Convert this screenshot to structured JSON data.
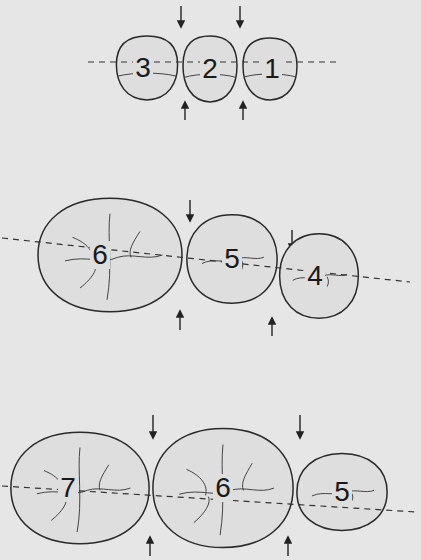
{
  "diagram": {
    "nodes": [
      {
        "text": [
          "3"
        ]
      },
      {
        "text": [
          "2"
        ]
      },
      {
        "text": [
          "1"
        ]
      },
      {
        "text": [
          "6"
        ]
      },
      {
        "text": [
          "5"
        ]
      },
      {
        "text": [
          "4"
        ]
      },
      {
        "text": [
          "7"
        ]
      },
      {
        "text": [
          "6"
        ]
      },
      {
        "text": [
          "5"
        ]
      }
    ]
  }
}
